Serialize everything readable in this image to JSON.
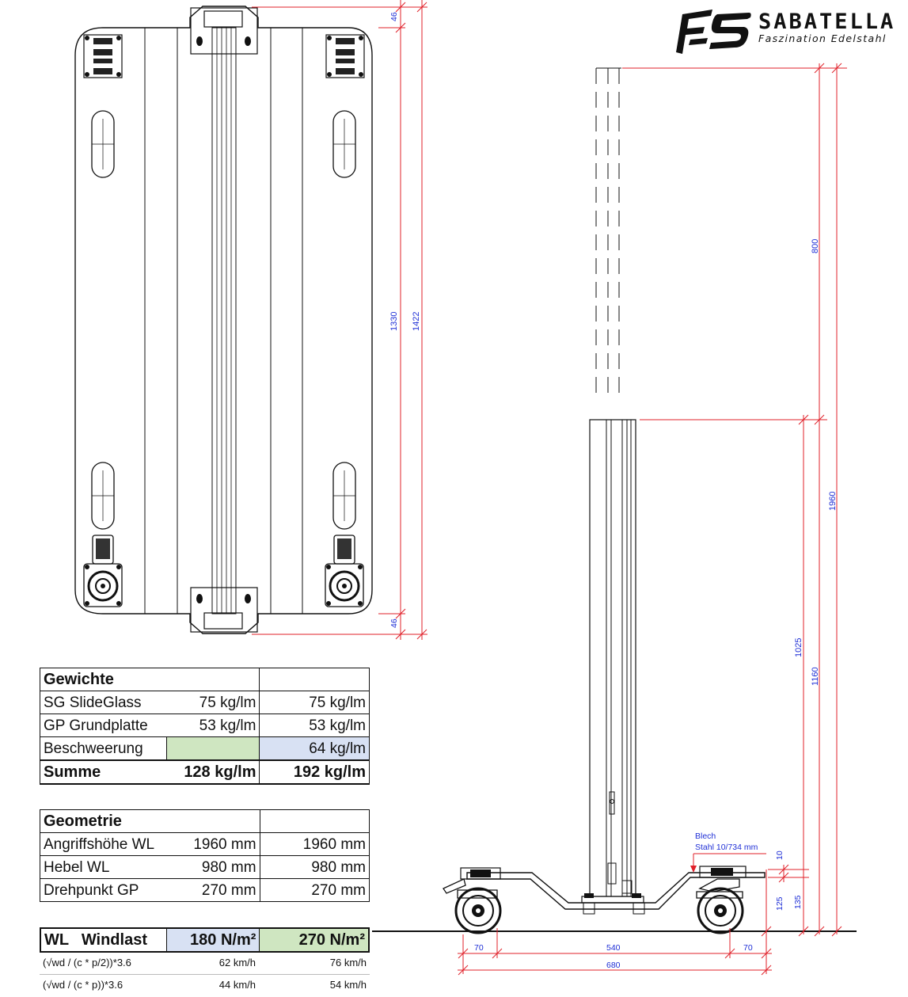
{
  "logo": {
    "name": "SABATELLA",
    "tagline": "Faszination Edelstahl"
  },
  "dimensions": {
    "top_view": {
      "d1": "46",
      "d2": "1330",
      "d3": "1422",
      "d4": "46"
    },
    "side_view": {
      "d800": "800",
      "d1960": "1960",
      "d1025": "1025",
      "d1160": "1160",
      "d10": "10",
      "d125": "125",
      "d135": "135",
      "d70a": "70",
      "d540": "540",
      "d70b": "70",
      "d680": "680",
      "note_line1": "Blech",
      "note_line2": "Stahl 10/734 mm"
    }
  },
  "colors": {
    "dimension_line": "#e0202a",
    "dimension_text": "#1f2fd6",
    "highlight_green": "#cfe6c1",
    "highlight_blue": "#d8e1f3"
  },
  "weights_table": {
    "title": "Gewichte",
    "rows": [
      {
        "label": "SG  SlideGlass",
        "v1": "75 kg/lm",
        "v2": "75 kg/lm"
      },
      {
        "label": "GP  Grundplatte",
        "v1": "53 kg/lm",
        "v2": "53 kg/lm"
      },
      {
        "label": "Beschweerung",
        "v1": "",
        "v2": "64 kg/lm"
      }
    ],
    "sum": {
      "label": "Summe",
      "v1": "128 kg/lm",
      "v2": "192 kg/lm"
    }
  },
  "geometry_table": {
    "title": "Geometrie",
    "rows": [
      {
        "label": "Angriffshöhe WL",
        "v1": "1960 mm",
        "v2": "1960 mm"
      },
      {
        "label": "Hebel WL",
        "v1": "980 mm",
        "v2": "980 mm"
      },
      {
        "label": "Drehpunkt GP",
        "v1": "270 mm",
        "v2": "270 mm"
      }
    ]
  },
  "windload": {
    "code": "WL",
    "label": "Windlast",
    "v1": "180 N/m²",
    "v2": "270 N/m²",
    "formulas": [
      {
        "expr": "(√wd / (c * p/2))*3.6",
        "v1": "62 km/h",
        "v2": "76 km/h"
      },
      {
        "expr": "(√wd / (c * p))*3.6",
        "v1": "44 km/h",
        "v2": "54 km/h"
      }
    ]
  }
}
